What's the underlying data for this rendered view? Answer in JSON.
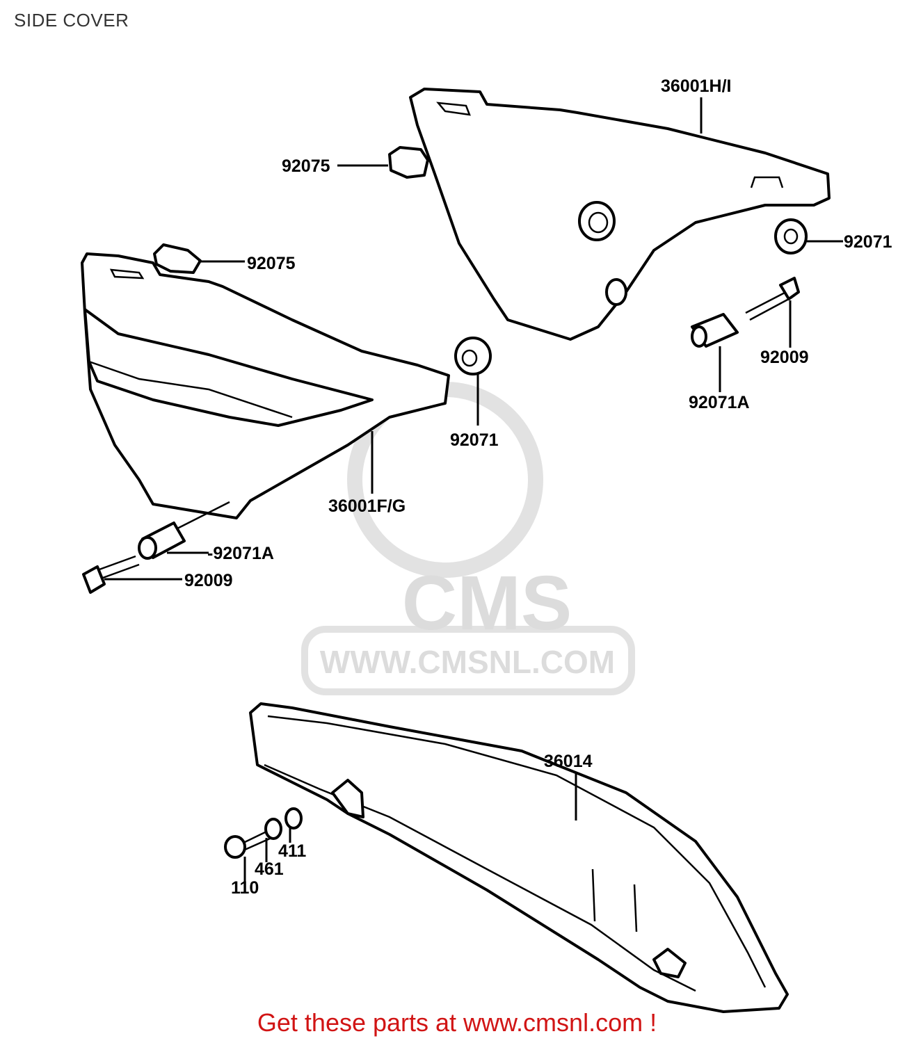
{
  "title": "SIDE COVER",
  "labels": {
    "p36001hi": "36001H/I",
    "p92075_top": "92075",
    "p92071_right": "92071",
    "p92009_right": "92009",
    "p92071a_right": "92071A",
    "p92075_left": "92075",
    "p92071_mid": "92071",
    "p36001fg": "36001F/G",
    "p92071a_left": "-92071A",
    "p92009_left": "92009",
    "p36014": "36014",
    "p411": "411",
    "p461": "461",
    "p110": "110"
  },
  "watermark": {
    "brand": "CMS",
    "url": "WWW.CMSNL.COM"
  },
  "footer": "Get these parts at www.cmsnl.com !"
}
